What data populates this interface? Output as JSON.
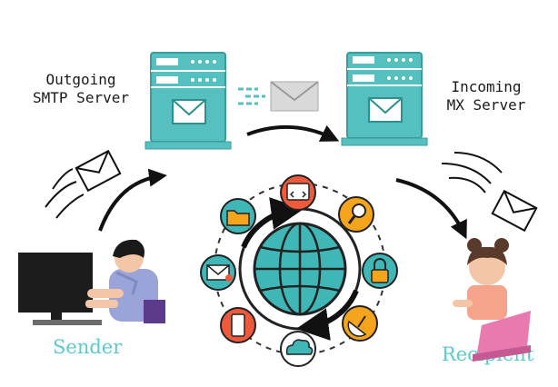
{
  "labels": {
    "outgoing_line1": "Outgoing",
    "outgoing_line2": "SMTP Server",
    "incoming_line1": "Incoming",
    "incoming_line2": "MX Server",
    "sender": "Sender",
    "recipient": "Recipient"
  },
  "colors": {
    "server": "#56bfbf",
    "server_dark": "#3a9c9c",
    "arrow": "#111111",
    "label_teal": "#5cc9cf",
    "globe": "#3fb7b7"
  },
  "ring_icons": [
    "code-icon",
    "magnifier-icon",
    "lock-icon",
    "satellite-dish-icon",
    "cloud-icon",
    "phone-icon",
    "mail-icon",
    "folder-icon"
  ]
}
